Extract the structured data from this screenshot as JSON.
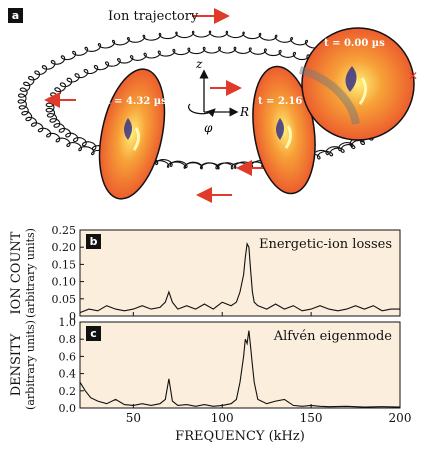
{
  "panel_a": {
    "letter": "a",
    "trajectory_label": "Ion trajectory",
    "snapshots": [
      {
        "time": "t = 4.32 µs"
      },
      {
        "time": "t = 2.16 µs"
      },
      {
        "time": "t = 0.00 µs"
      }
    ],
    "axes": {
      "z": "z",
      "R": "R",
      "phi": "φ"
    },
    "colors": {
      "mode_bg": "#e8452a",
      "arrow": "#e03a2a",
      "trajectory": "#111111"
    }
  },
  "chart_data": [
    {
      "type": "line",
      "panel_letter": "b",
      "annotation": "Energetic-ion losses",
      "ylabel_line1": "ION COUNT",
      "ylabel_line2": "(arbitrary units)",
      "xlim": [
        20,
        200
      ],
      "ylim": [
        0,
        0.25
      ],
      "yticks": [
        "0",
        "0.05",
        "0.10",
        "0.15",
        "0.20",
        "0.25"
      ],
      "ytick_values": [
        0,
        0.05,
        0.1,
        0.15,
        0.2,
        0.25
      ],
      "x": [
        20,
        25,
        30,
        35,
        40,
        45,
        50,
        55,
        60,
        65,
        68,
        70,
        72,
        75,
        80,
        85,
        90,
        95,
        100,
        105,
        108,
        110,
        112,
        113,
        114,
        115,
        116,
        117,
        118,
        120,
        125,
        130,
        135,
        140,
        145,
        150,
        155,
        160,
        165,
        170,
        175,
        180,
        185,
        190,
        195,
        200
      ],
      "y": [
        0.01,
        0.02,
        0.015,
        0.03,
        0.02,
        0.015,
        0.02,
        0.03,
        0.02,
        0.025,
        0.04,
        0.07,
        0.04,
        0.02,
        0.03,
        0.02,
        0.035,
        0.02,
        0.04,
        0.03,
        0.04,
        0.07,
        0.12,
        0.17,
        0.21,
        0.2,
        0.13,
        0.07,
        0.04,
        0.03,
        0.02,
        0.035,
        0.02,
        0.03,
        0.015,
        0.02,
        0.03,
        0.02,
        0.015,
        0.02,
        0.03,
        0.02,
        0.03,
        0.015,
        0.02,
        0.02
      ],
      "bg_color": "#fbeedd",
      "line_color": "#111111"
    },
    {
      "type": "line",
      "panel_letter": "c",
      "annotation": "Alfvén eigenmode",
      "ylabel_line1": "DENSITY",
      "ylabel_line2": "(arbitrary units)",
      "xlim": [
        20,
        200
      ],
      "ylim": [
        0,
        1.0
      ],
      "yticks": [
        "0.0",
        "0.2",
        "0.4",
        "0.6",
        "0.8",
        "1.0"
      ],
      "ytick_values": [
        0,
        0.2,
        0.4,
        0.6,
        0.8,
        1.0
      ],
      "xticks": [
        "50",
        "100",
        "150",
        "200"
      ],
      "xtick_values": [
        50,
        100,
        150,
        200
      ],
      "xlabel": "FREQUENCY (kHz)",
      "x": [
        20,
        23,
        26,
        30,
        35,
        40,
        45,
        50,
        55,
        60,
        65,
        68,
        70,
        72,
        75,
        80,
        85,
        90,
        95,
        100,
        105,
        108,
        110,
        112,
        113,
        114,
        115,
        116,
        117,
        118,
        120,
        125,
        130,
        135,
        140,
        145,
        150,
        155,
        160,
        170,
        180,
        190,
        200
      ],
      "y": [
        0.3,
        0.2,
        0.12,
        0.08,
        0.05,
        0.1,
        0.04,
        0.03,
        0.05,
        0.03,
        0.05,
        0.1,
        0.34,
        0.08,
        0.03,
        0.04,
        0.02,
        0.04,
        0.02,
        0.03,
        0.05,
        0.1,
        0.3,
        0.6,
        0.8,
        0.75,
        0.9,
        0.7,
        0.5,
        0.3,
        0.1,
        0.05,
        0.08,
        0.1,
        0.03,
        0.02,
        0.03,
        0.02,
        0.015,
        0.02,
        0.01,
        0.015,
        0.01
      ],
      "bg_color": "#fbeedd",
      "line_color": "#111111"
    }
  ]
}
